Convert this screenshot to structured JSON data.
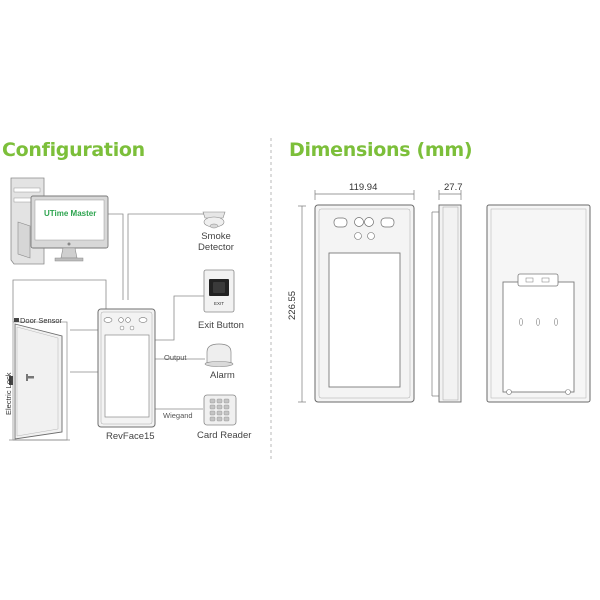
{
  "colors": {
    "accent_green": "#7cbf3a",
    "screen_green_text": "#2ea44f",
    "line_gray": "#8a8a8a",
    "device_fill": "#f1f1f1",
    "dashed_divider": "#b8b8b8"
  },
  "configuration": {
    "title": "Configuration",
    "computer": {
      "screen_text": "UTime Master",
      "icon": "desktop-computer-icon"
    },
    "devices": {
      "smoke_detector": {
        "label_line1": "Smoke",
        "label_line2": "Detector",
        "icon": "smoke-detector-icon"
      },
      "exit_button": {
        "label": "Exit Button",
        "plate_text": "EXIT",
        "icon": "exit-button-icon"
      },
      "alarm": {
        "label": "Alarm",
        "connection": "Output",
        "icon": "alarm-siren-icon"
      },
      "card_reader": {
        "label": "Card Reader",
        "connection": "Wiegand",
        "icon": "keypad-icon"
      },
      "terminal": {
        "label": "RevFace15",
        "icon": "face-terminal-icon"
      },
      "door": {
        "sensor_label": "Door Sensor",
        "lock_label": "Electric Lock",
        "icon": "door-icon"
      }
    }
  },
  "dimensions": {
    "title": "Dimensions (mm)",
    "width_label": "119.94",
    "depth_label": "27.7",
    "height_label": "226.55"
  }
}
